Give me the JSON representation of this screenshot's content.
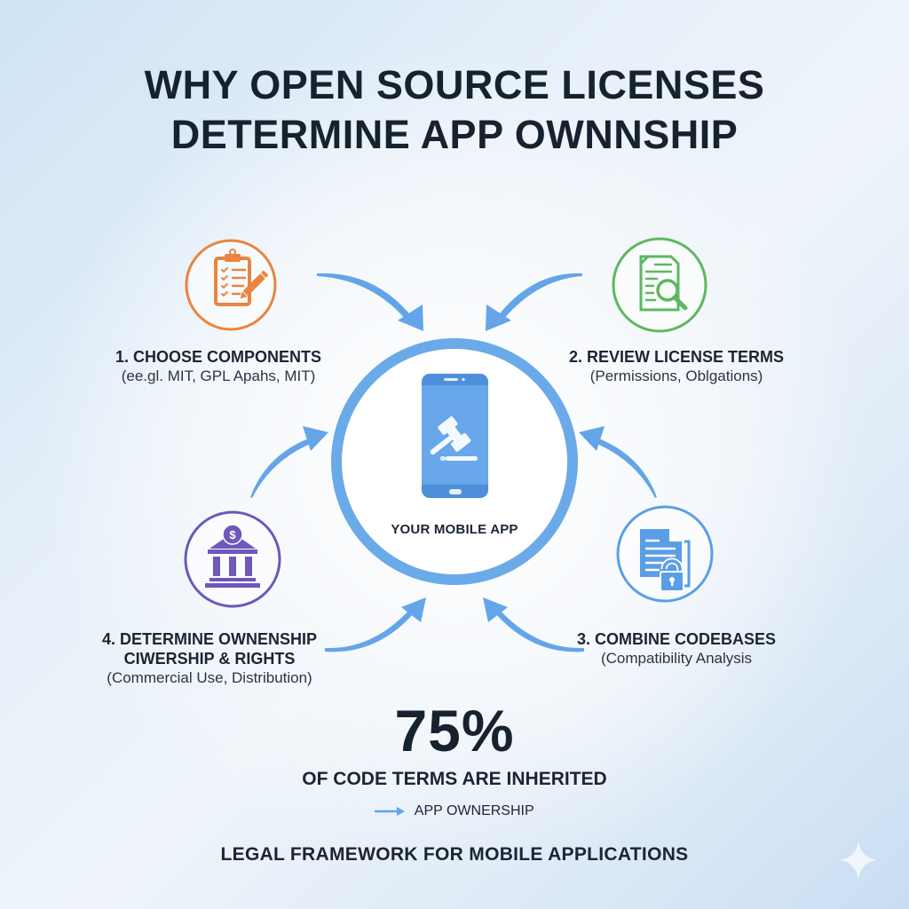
{
  "title": {
    "line1": "WHY OPEN SOURCE LICENSES",
    "line2": "DETERMINE APP OWNNSHIP"
  },
  "center": {
    "label": "YOUR MOBILE APP",
    "icon": "smartphone-gavel-icon",
    "ring_color": "#6aaae8"
  },
  "steps": [
    {
      "number": "1.",
      "heading": "1. CHOOSE COMPONENTS",
      "subtext": "(ee.gl. MIT, GPL Apahs, MIT)",
      "icon": "clipboard-checklist-pencil-icon",
      "color": "#e9853f"
    },
    {
      "number": "2.",
      "heading": "2. REVIEW LICENSE TERMS",
      "subtext": "(Permissions, Oblgations)",
      "icon": "document-magnifier-icon",
      "color": "#5cb860"
    },
    {
      "number": "3.",
      "heading": "3. COMBINE CODEBASES",
      "subtext": "(Compatibility Analysis",
      "icon": "document-lock-icon",
      "color": "#5a9ee6"
    },
    {
      "number": "4.",
      "heading": "4. DETERMINE OWNENSHIP",
      "heading_line2": "CIWERSHIP & RIGHTS",
      "subtext": "(Commercial Use, Distribution)",
      "icon": "bank-dollar-icon",
      "color": "#6e58b8"
    }
  ],
  "stat": {
    "value": "75%",
    "description": "OF CODE TERMS ARE INHERITED",
    "arrow_target": "APP OWNERSHIP"
  },
  "footer": "LEGAL FRAMEWORK FOR MOBILE APPLICATIONS",
  "colors": {
    "arrow": "#63a5e8",
    "text": "#17222f"
  }
}
